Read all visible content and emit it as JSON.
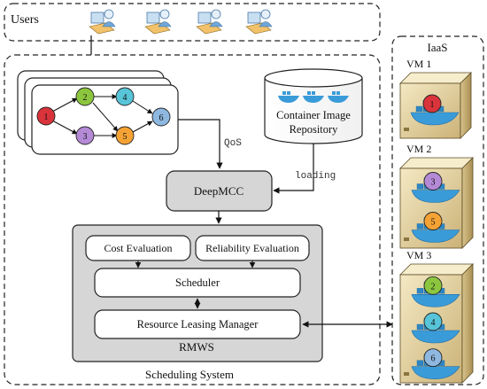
{
  "users_panel": {
    "title": "Users",
    "user_count": 4
  },
  "workflow": {
    "nodes": [
      {
        "id": "1",
        "color": "#d9333b"
      },
      {
        "id": "2",
        "color": "#8cc63f"
      },
      {
        "id": "3",
        "color": "#b48ad6"
      },
      {
        "id": "4",
        "color": "#58c4d8"
      },
      {
        "id": "5",
        "color": "#f5a235"
      },
      {
        "id": "6",
        "color": "#8fb8e0"
      }
    ]
  },
  "labels": {
    "qos": "QoS",
    "loading": "loading",
    "container_repo_line1": "Container Image",
    "container_repo_line2": "Repository",
    "deepmcc": "DeepMCC",
    "cost_evaluation": "Cost Evaluation",
    "reliability_evaluation": "Reliability Evaluation",
    "scheduler": "Scheduler",
    "resource_leasing_manager": "Resource Leasing Manager",
    "rmws": "RMWS",
    "scheduling_system": "Scheduling System"
  },
  "iaas": {
    "title": "IaaS",
    "vms": [
      {
        "label": "VM 1",
        "containers": [
          "1"
        ]
      },
      {
        "label": "VM 2",
        "containers": [
          "3",
          "5"
        ]
      },
      {
        "label": "VM 3",
        "containers": [
          "2",
          "4",
          "6"
        ]
      }
    ]
  },
  "colors": {
    "panel_gray": "#d6d6d6",
    "docker_blue": "#3a9bd9",
    "server_tan": "#e8d8a6",
    "border_dark": "#222222"
  }
}
